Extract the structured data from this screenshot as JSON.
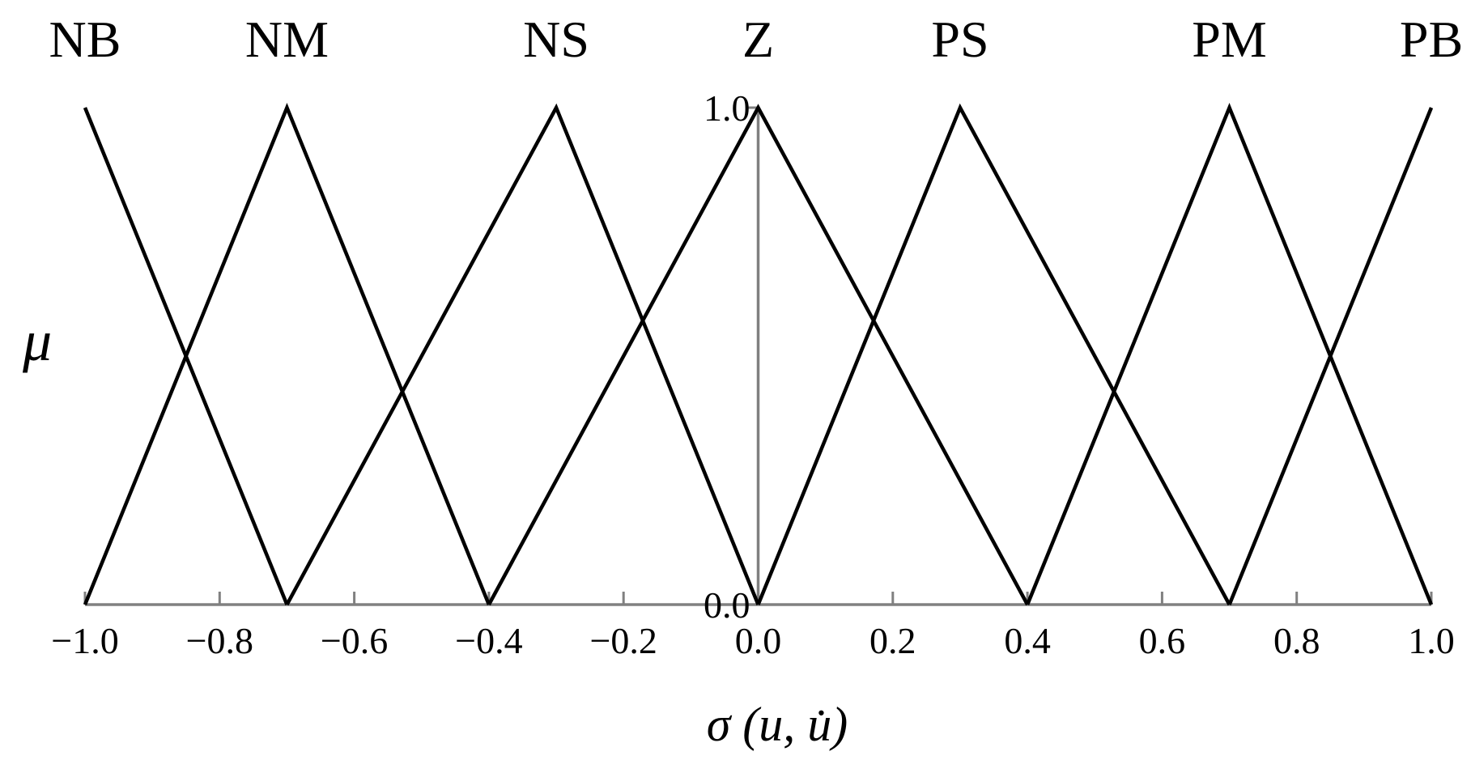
{
  "chart_data": {
    "type": "line",
    "xlabel": "σ (u, u̇)",
    "ylabel": "μ",
    "xlim": [
      -1.0,
      1.0
    ],
    "ylim": [
      0.0,
      1.0
    ],
    "grid": false,
    "x_ticks": [
      "−1.0",
      "−0.8",
      "−0.6",
      "−0.4",
      "−0.2",
      "0.0",
      "0.2",
      "0.4",
      "0.6",
      "0.8",
      "1.0"
    ],
    "x_tick_values": [
      -1.0,
      -0.8,
      -0.6,
      -0.4,
      -0.2,
      0.0,
      0.2,
      0.4,
      0.6,
      0.8,
      1.0
    ],
    "y_ticks": [
      "0.0",
      "1.0"
    ],
    "y_tick_values": [
      0.0,
      1.0
    ],
    "series": [
      {
        "name": "NB",
        "x": [
          -1.0,
          -0.7
        ],
        "y": [
          1.0,
          0.0
        ]
      },
      {
        "name": "NM",
        "x": [
          -1.0,
          -0.7,
          -0.4
        ],
        "y": [
          0.0,
          1.0,
          0.0
        ]
      },
      {
        "name": "NS",
        "x": [
          -0.7,
          -0.3,
          0.0
        ],
        "y": [
          0.0,
          1.0,
          0.0
        ]
      },
      {
        "name": "Z",
        "x": [
          -0.4,
          0.0,
          0.4
        ],
        "y": [
          0.0,
          1.0,
          0.0
        ]
      },
      {
        "name": "PS",
        "x": [
          0.0,
          0.3,
          0.7
        ],
        "y": [
          0.0,
          1.0,
          0.0
        ]
      },
      {
        "name": "PM",
        "x": [
          0.4,
          0.7,
          1.0
        ],
        "y": [
          0.0,
          1.0,
          0.0
        ]
      },
      {
        "name": "PB",
        "x": [
          0.7,
          1.0
        ],
        "y": [
          0.0,
          1.0
        ]
      }
    ],
    "colors": {
      "series": "#000000",
      "axis": "#808080"
    }
  }
}
